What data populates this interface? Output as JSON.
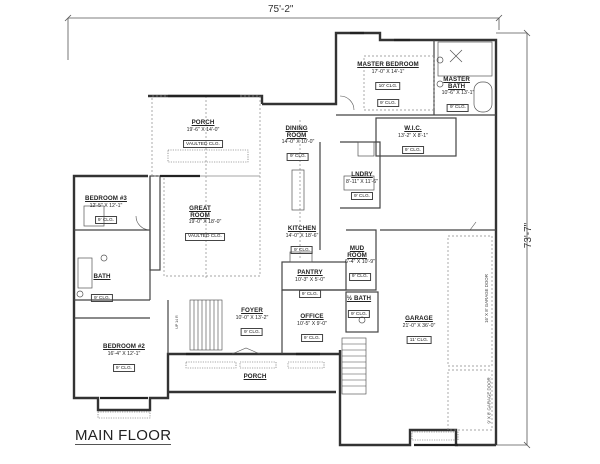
{
  "plan": {
    "title": "MAIN FLOOR",
    "overall_width": "75'-2\"",
    "overall_depth": "73'-7\""
  },
  "rooms": {
    "master_bedroom": {
      "name": "MASTER BEDROOM",
      "dims": "17'-0\" X 14'-1\"",
      "ceiling": "10' CLG.",
      "ceiling2": "9' CLG."
    },
    "master_bath": {
      "name": "MASTER BATH",
      "dims": "10'-6\" X 13'-1\"",
      "ceiling": "9' CLG."
    },
    "wic": {
      "name": "W.I.C.",
      "dims": "13'-2\" X 8'-1\"",
      "ceiling": "9' CLG."
    },
    "porch_rear": {
      "name": "PORCH",
      "dims": "19'-6\" X 14'-0\"",
      "ceiling": "VAULTED CLG."
    },
    "dining_room": {
      "name": "DINING ROOM",
      "dims": "14'-0\" X 10'-0\"",
      "ceiling": "9' CLG."
    },
    "laundry": {
      "name": "LNDRY",
      "dims": "8'-11\" X 11'-6\"",
      "ceiling": "9' CLG."
    },
    "bedroom3": {
      "name": "BEDROOM #3",
      "dims": "12'-5\" X 12'-1\"",
      "ceiling": "9' CLG."
    },
    "great_room": {
      "name": "GREAT ROOM",
      "dims": "19'-0\" X 18'-0\"",
      "ceiling": "VAULTED CLG."
    },
    "kitchen": {
      "name": "KITCHEN",
      "dims": "14'-0\" X 18'-6\"",
      "ceiling": "9' CLG."
    },
    "mud_room": {
      "name": "MUD ROOM",
      "dims": "6'-4\" X 10'-9\"",
      "ceiling": "9' CLG."
    },
    "pantry": {
      "name": "PANTRY",
      "dims": "10'-3\" X 5'-0\"",
      "ceiling": "9' CLG."
    },
    "bath": {
      "name": "BATH",
      "ceiling": "9' CLG."
    },
    "half_bath": {
      "name": "½ BATH",
      "ceiling": "9' CLG."
    },
    "foyer": {
      "name": "FOYER",
      "dims": "10'-0\" X 13'-2\"",
      "ceiling": "9' CLG."
    },
    "office": {
      "name": "OFFICE",
      "dims": "10'-5\" X 9'-0\"",
      "ceiling": "9' CLG."
    },
    "garage": {
      "name": "GARAGE",
      "dims": "21'-0\" X 36'-0\"",
      "ceiling": "11' CLG."
    },
    "bedroom2": {
      "name": "BEDROOM #2",
      "dims": "16'-4\" X 12'-1\"",
      "ceiling": "9' CLG."
    },
    "porch_front": {
      "name": "PORCH"
    }
  },
  "garage_doors": {
    "door1": "16' X 8' GARAGE DOOR",
    "door2": "9' X 8' GARAGE DOOR"
  },
  "stair_note": "UP 14 R"
}
